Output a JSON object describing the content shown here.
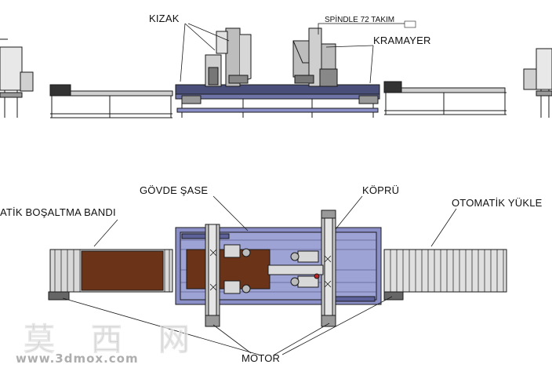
{
  "labels": {
    "kizak": "KIZAK",
    "spindle": "SPİNDLE 72 TAKIM",
    "kramayer": "KRAMAYER",
    "unloading_belt": "ATİK BOŞALTMA  BANDI",
    "body_chassis": "GÖVDE ŞASE",
    "bridge": "KÖPRÜ",
    "auto_loading": "OTOMATİK YÜKLE",
    "motor": "MOTOR"
  },
  "watermark": {
    "site_chinese": "莫 西 网",
    "url": "www.3dmox.com"
  },
  "colors": {
    "line": "#1a1a1a",
    "chassis_blue": "#8a8fc8",
    "wood": "#6b3317",
    "steel_gray": "#b8b8b8",
    "dark_gray": "#555555"
  }
}
